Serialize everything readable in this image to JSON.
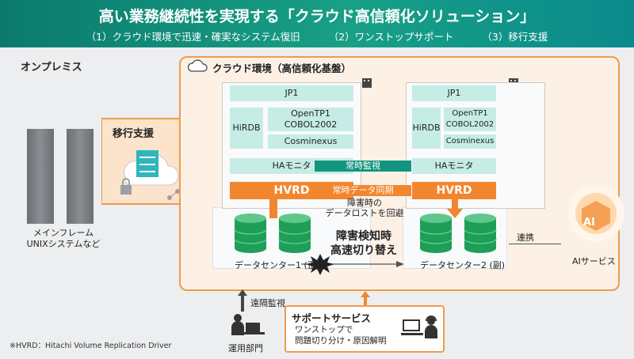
{
  "banner": {
    "title": "高い業務継続性を実現する「クラウド高信頼化ソリューション」",
    "items": [
      "（1）クラウド環境で迅速・確実なシステム復旧",
      "（2）ワンストップサポート",
      "（3）移行支援"
    ]
  },
  "onprem": {
    "label": "オンプレミス",
    "caption_line1": "メインフレーム",
    "caption_line2": "UNIXシステムなど"
  },
  "migration": {
    "label": "移行支援"
  },
  "cloud": {
    "label": "クラウド環境（高信頼化基盤）"
  },
  "datacenter_left": {
    "jp1": "JP1",
    "hirdb": "HiRDB",
    "opentp1": "OpenTP1",
    "cobol": "COBOL2002",
    "cosminexus": "Cosminexus",
    "ha": "HAモニタ",
    "hvrd": "HVRD",
    "caption": "データセンター1 (正)"
  },
  "datacenter_right": {
    "jp1": "JP1",
    "hirdb": "HiRDB",
    "opentp1": "OpenTP1",
    "cobol": "COBOL2002",
    "cosminexus": "Cosminexus",
    "ha": "HAモニタ",
    "hvrd": "HVRD",
    "caption": "データセンター2 (副)"
  },
  "links": {
    "monitor": "常時監視",
    "sync": "常時データ同期",
    "loss_line1": "障害時の",
    "loss_line2": "データロストを回避",
    "switch_line1": "障害検知時",
    "switch_line2": "高速切り替え"
  },
  "ai": {
    "badge": "AI",
    "link": "連携",
    "caption": "AIサービス"
  },
  "ops": {
    "remote": "遠隔監視",
    "dept": "運用部門"
  },
  "support": {
    "title": "サポートサービス",
    "line1": "ワンストップで",
    "line2": "問題切り分け・原因解明"
  },
  "footnote": "※HVRD：Hitachi Volume Replication Driver",
  "colors": {
    "teal": "#12957f",
    "orange": "#f2862e",
    "green_db": "#1e9e57"
  }
}
